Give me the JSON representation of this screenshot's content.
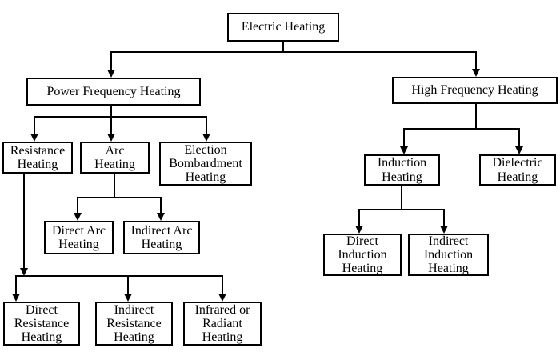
{
  "diagram": {
    "type": "flowchart",
    "root": "Electric Heating",
    "nodes": {
      "electric_heating": {
        "label": "Electric Heating"
      },
      "power_frequency_heating": {
        "label": "Power Frequency Heating"
      },
      "high_frequency_heating": {
        "label": "High Frequency Heating"
      },
      "resistance_heating": {
        "label": "Resistance\nHeating"
      },
      "arc_heating": {
        "label": "Arc\nHeating"
      },
      "election_bombardment_heating": {
        "label": "Election\nBombardment\nHeating"
      },
      "direct_arc_heating": {
        "label": "Direct Arc\nHeating"
      },
      "indirect_arc_heating": {
        "label": "Indirect Arc\nHeating"
      },
      "direct_resistance_heating": {
        "label": "Direct\nResistance\nHeating"
      },
      "indirect_resistance_heating": {
        "label": "Indirect\nResistance\nHeating"
      },
      "infrared_or_radiant_heating": {
        "label": "Infrared or\nRadiant\nHeating"
      },
      "induction_heating": {
        "label": "Induction\nHeating"
      },
      "dielectric_heating": {
        "label": "Dielectric\nHeating"
      },
      "direct_induction_heating": {
        "label": "Direct\nInduction\nHeating"
      },
      "indirect_induction_heating": {
        "label": "Indirect\nInduction\nHeating"
      }
    },
    "edges": [
      [
        "electric_heating",
        "power_frequency_heating"
      ],
      [
        "electric_heating",
        "high_frequency_heating"
      ],
      [
        "power_frequency_heating",
        "resistance_heating"
      ],
      [
        "power_frequency_heating",
        "arc_heating"
      ],
      [
        "power_frequency_heating",
        "election_bombardment_heating"
      ],
      [
        "resistance_heating",
        "direct_resistance_heating"
      ],
      [
        "resistance_heating",
        "indirect_resistance_heating"
      ],
      [
        "resistance_heating",
        "infrared_or_radiant_heating"
      ],
      [
        "arc_heating",
        "direct_arc_heating"
      ],
      [
        "arc_heating",
        "indirect_arc_heating"
      ],
      [
        "high_frequency_heating",
        "induction_heating"
      ],
      [
        "high_frequency_heating",
        "dielectric_heating"
      ],
      [
        "induction_heating",
        "direct_induction_heating"
      ],
      [
        "induction_heating",
        "indirect_induction_heating"
      ]
    ],
    "colors": {
      "line": "#000000",
      "box_border": "#000000",
      "box_fill": "#ffffff",
      "text": "#000000",
      "background": "#ffffff"
    }
  }
}
